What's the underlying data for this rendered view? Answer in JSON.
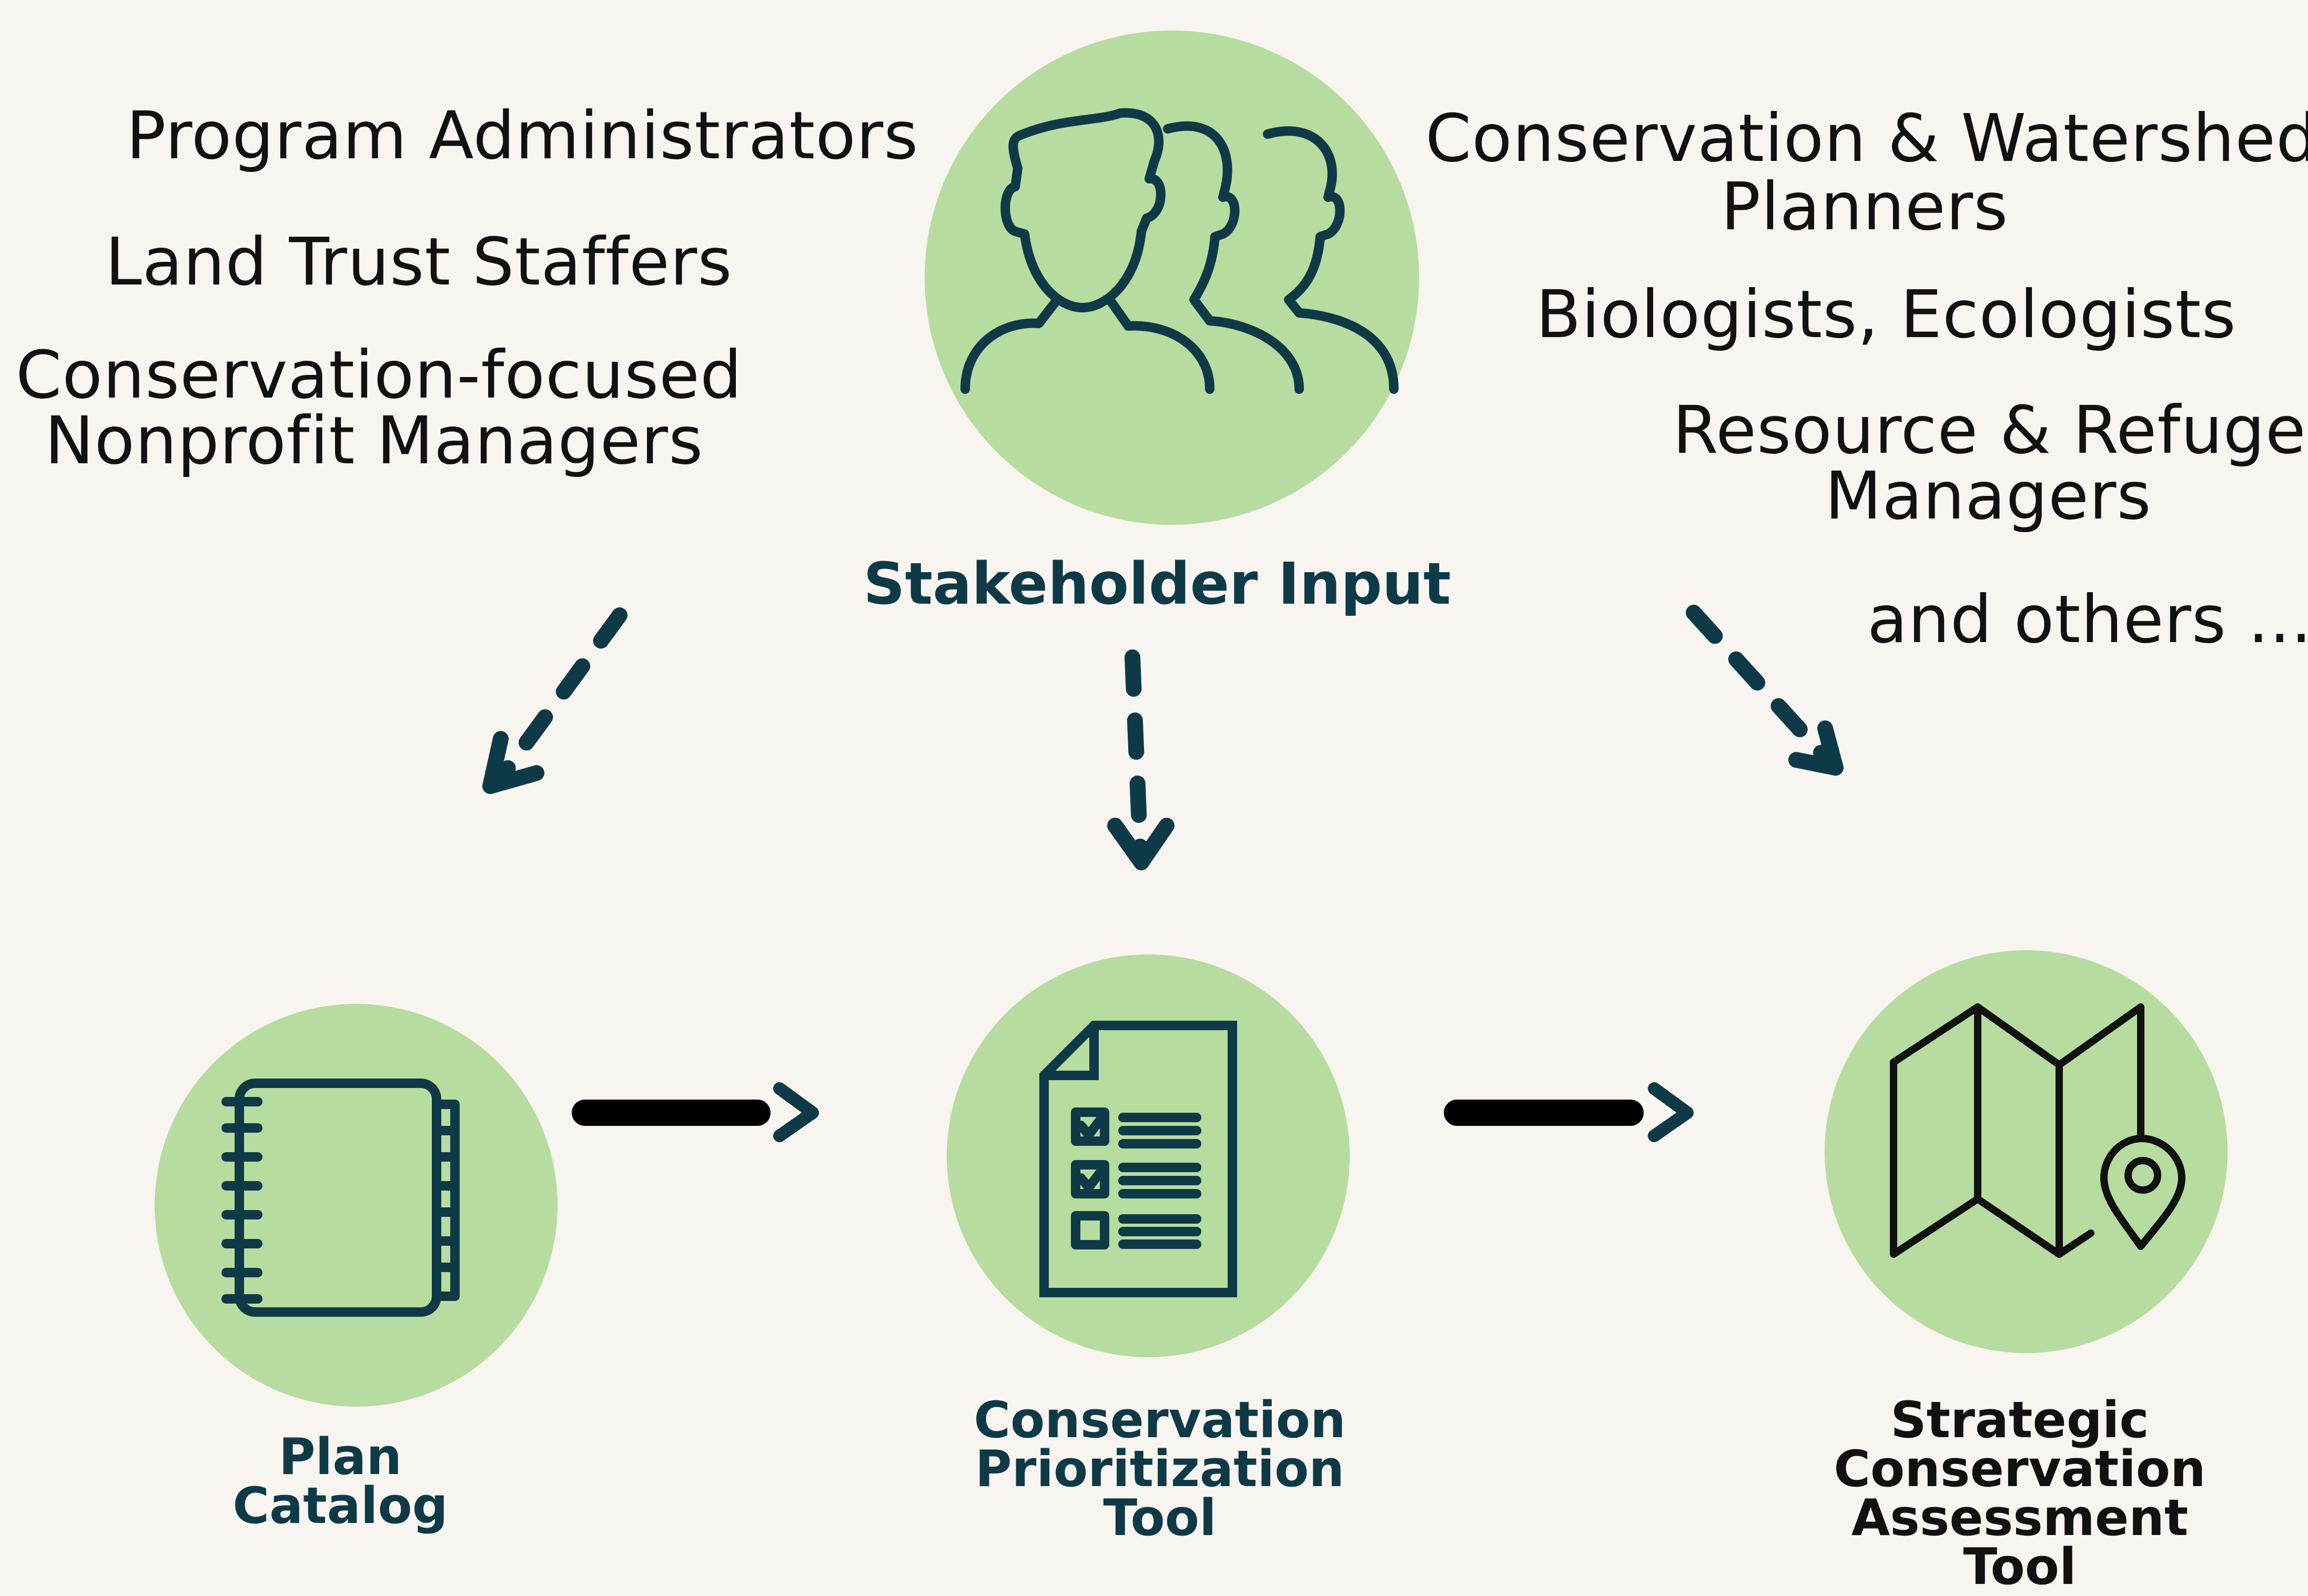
{
  "stakeholder_title": "Stakeholder Input",
  "stakeholders_left": [
    "Program Administrators",
    "Land Trust Staffers",
    "Conservation-focused",
    "Nonprofit Managers"
  ],
  "stakeholders_right": [
    "Conservation & Watershed",
    "Planners",
    "Biologists, Ecologists",
    "Resource & Refuge",
    "Managers",
    "and others ..."
  ],
  "nodes": {
    "plan_catalog": {
      "line1": "Plan",
      "line2": "Catalog"
    },
    "prioritization_tool": {
      "line1": "Conservation",
      "line2": "Prioritization",
      "line3": "Tool"
    },
    "assessment_tool": {
      "line1": "Strategic",
      "line2": "Conservation",
      "line3": "Assessment",
      "line4": "Tool"
    }
  },
  "colors": {
    "background": "#f8f4f0",
    "circle_fill": "#b7dc9f",
    "dark_teal": "#0e3a47",
    "black": "#111111"
  },
  "icons": {
    "stakeholders": "people-group-icon",
    "plan_catalog": "notebook-icon",
    "prioritization_tool": "checklist-document-icon",
    "assessment_tool": "folded-map-pin-icon"
  }
}
